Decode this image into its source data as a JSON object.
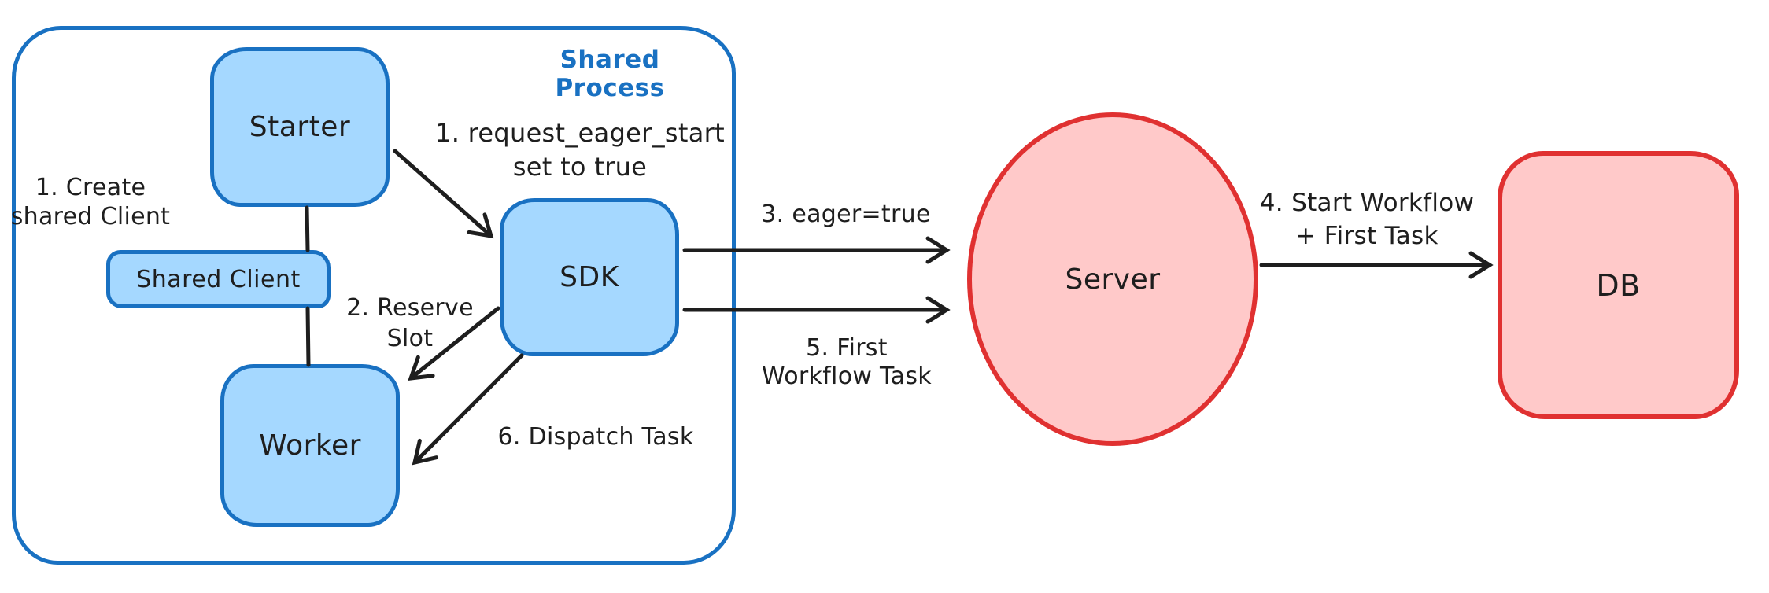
{
  "colors": {
    "blue_stroke": "#1971c2",
    "blue_fill": "#a5d8ff",
    "red_stroke": "#e03131",
    "red_fill": "#ffc9c9",
    "ink": "#1e1e1e",
    "bg": "#ffffff"
  },
  "diagram": {
    "container_label": "Shared Process",
    "nodes": {
      "starter": {
        "label": "Starter"
      },
      "shared_client": {
        "label": "Shared Client"
      },
      "worker": {
        "label": "Worker"
      },
      "sdk": {
        "label": "SDK"
      },
      "server": {
        "label": "Server"
      },
      "db": {
        "label": "DB"
      }
    },
    "annotations": {
      "create_shared_client": {
        "line1": "1. Create",
        "line2": "shared Client"
      },
      "request_eager_start": {
        "line1": "1. request_eager_start",
        "line2": "set to true"
      },
      "reserve_slot": {
        "line1": "2. Reserve",
        "line2": "Slot"
      },
      "eager_true": {
        "line1": "3. eager=true"
      },
      "start_workflow": {
        "line1": "4. Start Workflow",
        "line2": "+ First Task"
      },
      "first_workflow_task": {
        "line1": "5. First",
        "line2": "Workflow Task"
      },
      "dispatch_task": {
        "line1": "6. Dispatch Task"
      }
    }
  }
}
